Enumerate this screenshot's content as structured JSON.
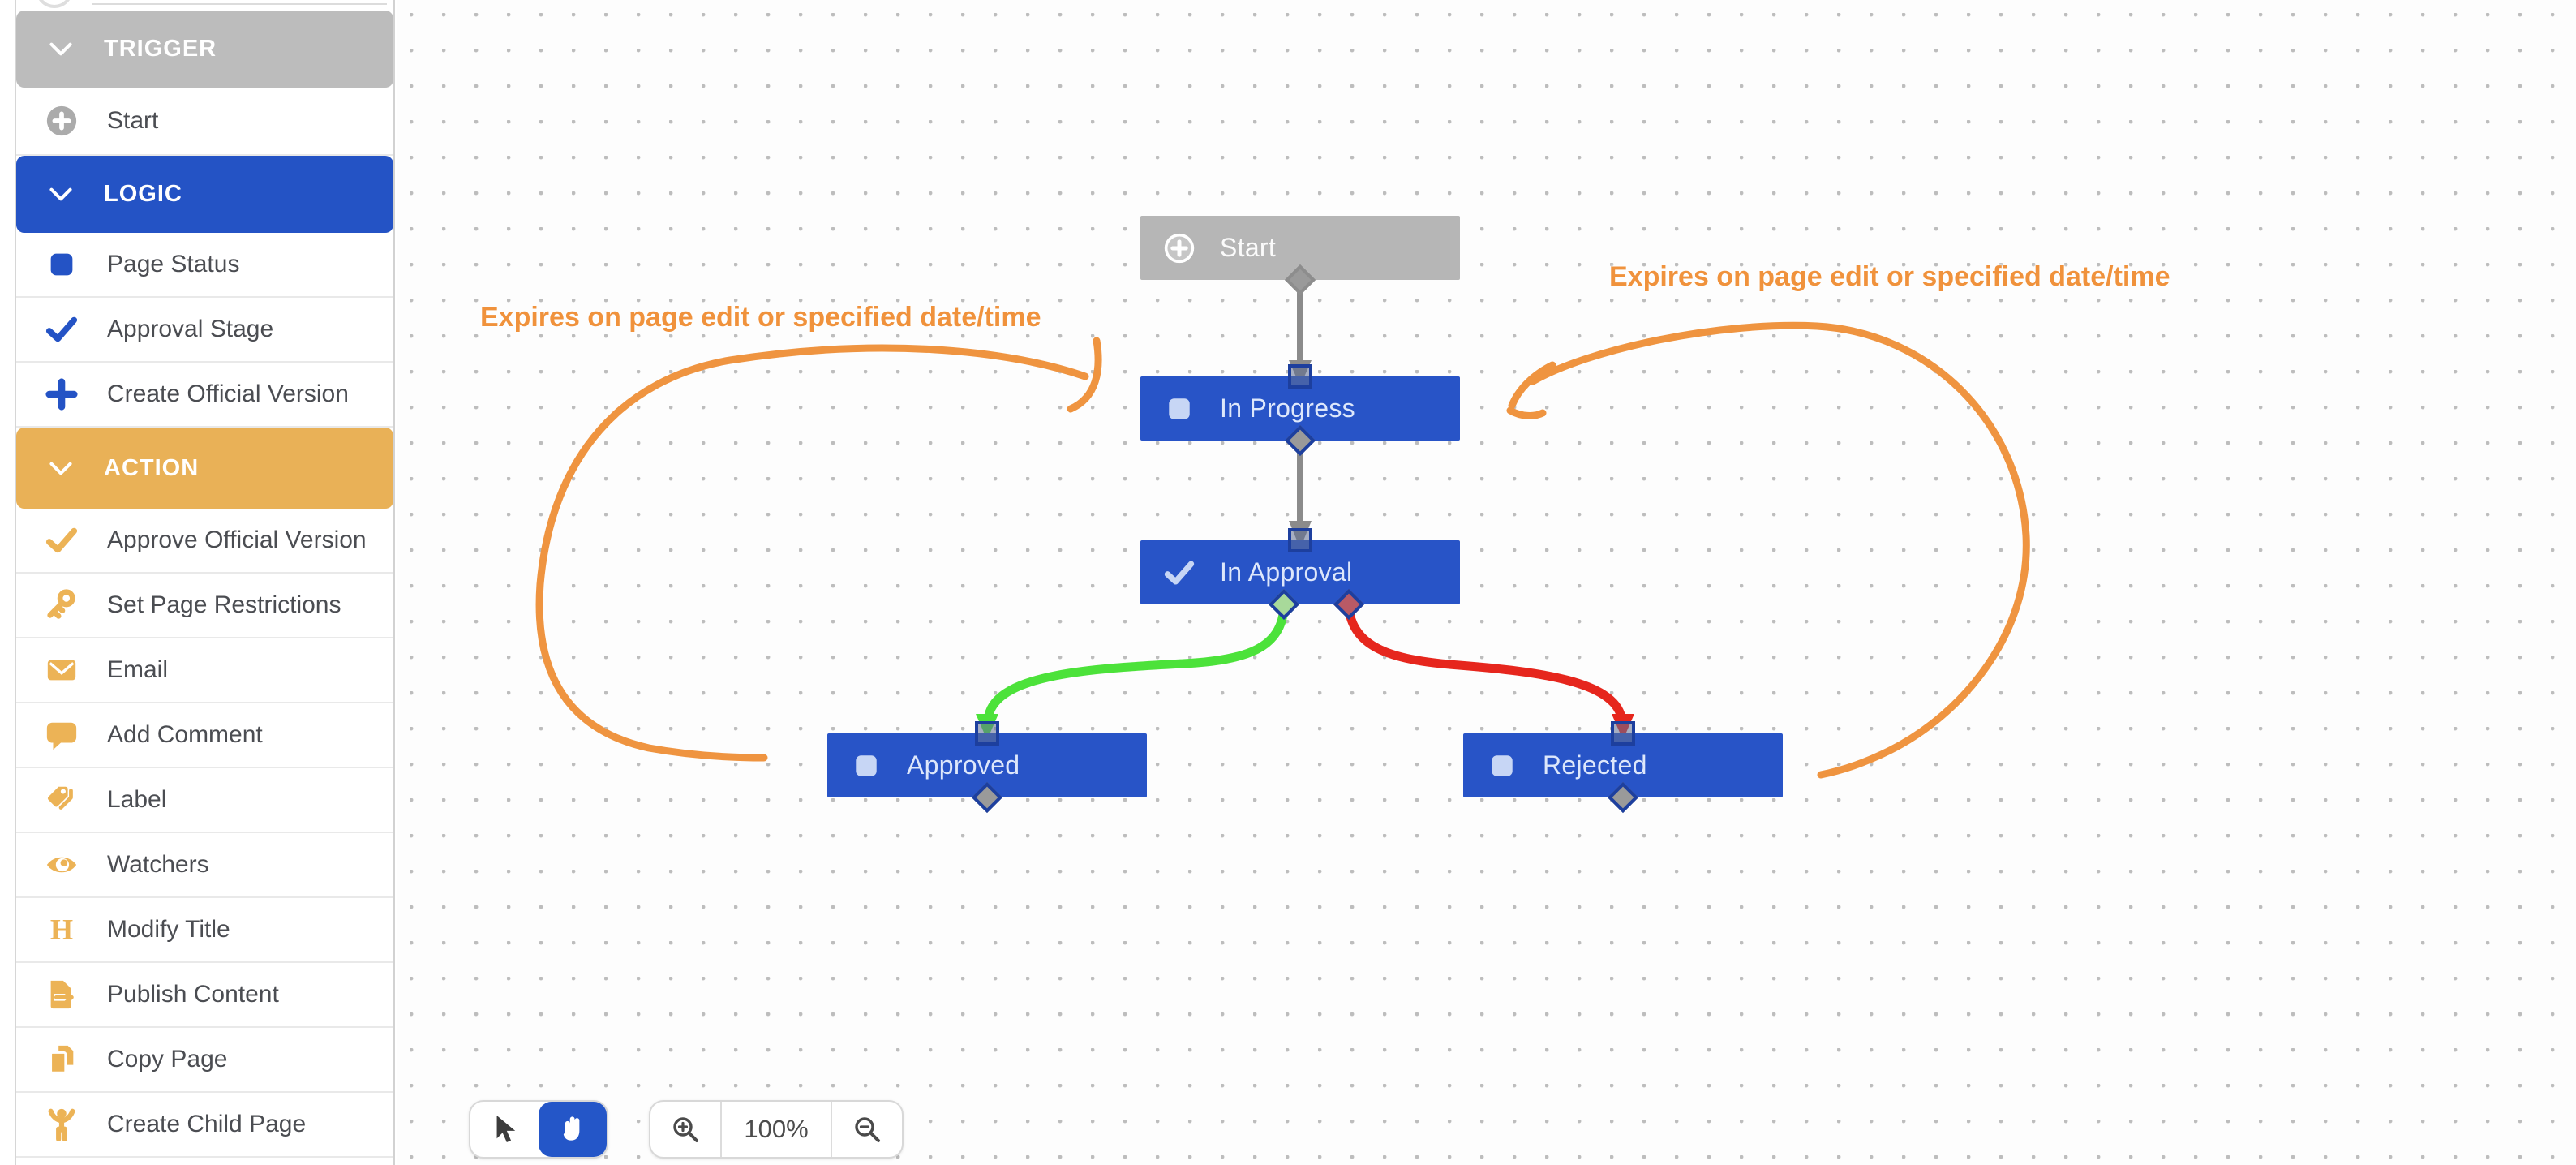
{
  "sidebar": {
    "sections": [
      {
        "title": "TRIGGER",
        "items": [
          {
            "label": "Start",
            "icon": "start-icon"
          }
        ]
      },
      {
        "title": "LOGIC",
        "items": [
          {
            "label": "Page Status",
            "icon": "page-status-icon"
          },
          {
            "label": "Approval Stage",
            "icon": "approval-stage-icon"
          },
          {
            "label": "Create Official Version",
            "icon": "create-official-version-icon"
          }
        ]
      },
      {
        "title": "ACTION",
        "items": [
          {
            "label": "Approve Official Version",
            "icon": "approve-official-version-icon"
          },
          {
            "label": "Set Page Restrictions",
            "icon": "set-page-restrictions-icon"
          },
          {
            "label": "Email",
            "icon": "email-icon"
          },
          {
            "label": "Add Comment",
            "icon": "add-comment-icon"
          },
          {
            "label": "Label",
            "icon": "label-icon"
          },
          {
            "label": "Watchers",
            "icon": "watchers-icon"
          },
          {
            "label": "Modify Title",
            "icon": "modify-title-icon"
          },
          {
            "label": "Publish Content",
            "icon": "publish-content-icon"
          },
          {
            "label": "Copy Page",
            "icon": "copy-page-icon"
          },
          {
            "label": "Create Child Page",
            "icon": "create-child-page-icon"
          }
        ]
      }
    ]
  },
  "canvas": {
    "nodes": [
      {
        "label": "Start",
        "type": "trigger"
      },
      {
        "label": "In Progress",
        "type": "page-status"
      },
      {
        "label": "In Approval",
        "type": "approval-stage"
      },
      {
        "label": "Approved",
        "type": "page-status"
      },
      {
        "label": "Rejected",
        "type": "page-status"
      }
    ],
    "edges": [
      {
        "from": "Start",
        "to": "In Progress",
        "color": "gray"
      },
      {
        "from": "In Progress",
        "to": "In Approval",
        "color": "gray"
      },
      {
        "from": "In Approval",
        "to": "Approved",
        "color": "green"
      },
      {
        "from": "In Approval",
        "to": "Rejected",
        "color": "red"
      }
    ],
    "annotations": {
      "left": "Expires on page edit or specified date/time",
      "right": "Expires on page edit or specified date/time"
    }
  },
  "toolbar": {
    "zoom_level": "100%"
  },
  "colors": {
    "node_blue": "#2854c7",
    "start_gray": "#b6b6b6",
    "header_gray": "#bcbcbc",
    "header_blue": "#2453c5",
    "header_orange": "#e9b157",
    "icon_orange": "#ecb356",
    "icon_blue": "#2453c5",
    "annotation_orange": "#f0923c",
    "edge_green": "#4ce23a",
    "edge_red": "#e6261d",
    "edge_gray": "#8b8b8b",
    "squiggle_blue": "#4071e8",
    "toolbar_active_blue": "#2456c8"
  }
}
